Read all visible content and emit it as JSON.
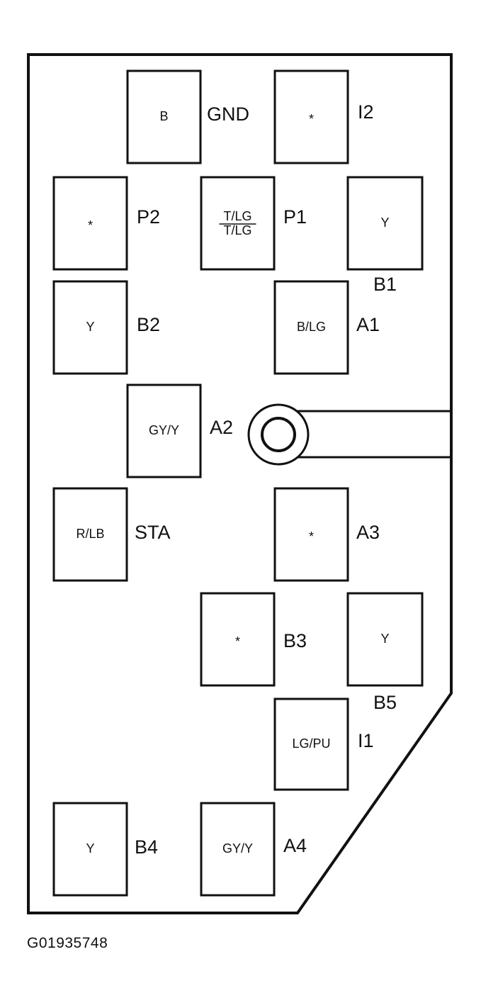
{
  "terminals": [
    {
      "id": "gnd",
      "wire": "B",
      "pin": "GND"
    },
    {
      "id": "i2",
      "wire": "*",
      "pin": "I2"
    },
    {
      "id": "p2",
      "wire": "*",
      "pin": "P2"
    },
    {
      "id": "p1",
      "wire": "T/LG",
      "wire2": "T/LG",
      "pin": "P1"
    },
    {
      "id": "b1",
      "wire": "Y",
      "pin": "B1"
    },
    {
      "id": "b2",
      "wire": "Y",
      "pin": "B2"
    },
    {
      "id": "a1",
      "wire": "B/LG",
      "pin": "A1"
    },
    {
      "id": "a2",
      "wire": "GY/Y",
      "pin": "A2"
    },
    {
      "id": "sta",
      "wire": "R/LB",
      "pin": "STA"
    },
    {
      "id": "a3",
      "wire": "*",
      "pin": "A3"
    },
    {
      "id": "b3",
      "wire": "*",
      "pin": "B3"
    },
    {
      "id": "b5",
      "wire": "Y",
      "pin": "B5"
    },
    {
      "id": "i1",
      "wire": "LG/PU",
      "pin": "I1"
    },
    {
      "id": "b4",
      "wire": "Y",
      "pin": "B4"
    },
    {
      "id": "a4",
      "wire": "GY/Y",
      "pin": "A4"
    }
  ],
  "figure_id": "G01935748"
}
